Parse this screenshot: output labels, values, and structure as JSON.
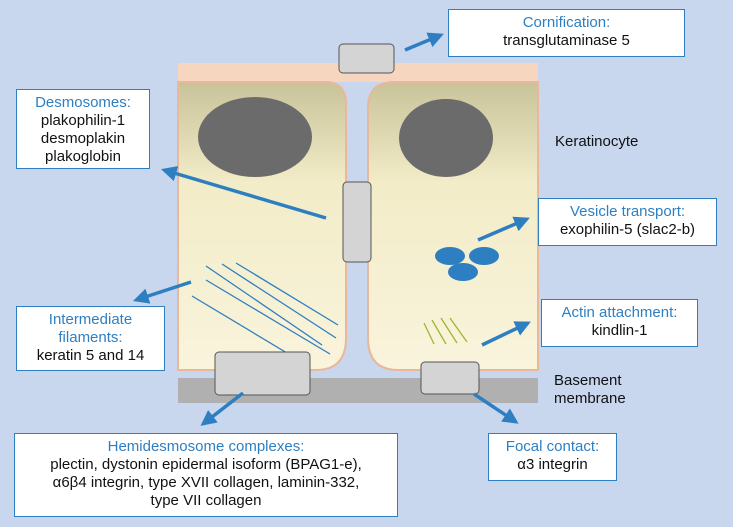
{
  "colors": {
    "background": "#c8d6ee",
    "accent": "#2e7fc1",
    "cell_fill": "#f3eecb",
    "nucleus": "#6b6b6b",
    "basement_membrane": "#b0b0b0",
    "intermediate_filaments": "#2e7fc1",
    "actin_filaments": "#9ab832"
  },
  "labels": {
    "keratinocyte": "Keratinocyte",
    "basement_membrane": [
      "Basement",
      "membrane"
    ]
  },
  "boxes": {
    "cornification": {
      "title": "Cornification:",
      "lines": [
        "transglutaminase 5"
      ]
    },
    "desmosomes": {
      "title": "Desmosomes:",
      "lines": [
        "plakophilin-1",
        "desmoplakin",
        "plakoglobin"
      ]
    },
    "vesicle_transport": {
      "title": "Vesicle transport:",
      "lines": [
        "exophilin-5 (slac2-b)"
      ]
    },
    "intermediate_filaments": {
      "title": [
        "Intermediate",
        "filaments:"
      ],
      "lines": [
        "keratin 5 and 14"
      ]
    },
    "actin_attachment": {
      "title": "Actin attachment:",
      "lines": [
        "kindlin-1"
      ]
    },
    "hemidesmosome": {
      "title": "Hemidesmosome complexes:",
      "lines": [
        "plectin, dystonin epidermal isoform (BPAG1-e),",
        "α6β4 integrin, type XVII collagen, laminin-332,",
        "type VII collagen"
      ]
    },
    "focal_contact": {
      "title": "Focal contact:",
      "lines": [
        "α3 integrin"
      ]
    }
  }
}
